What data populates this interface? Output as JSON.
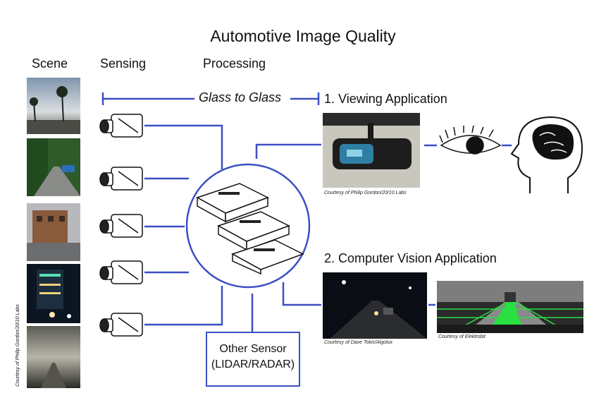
{
  "title": "Automotive Image Quality",
  "columns": {
    "scene": "Scene",
    "sensing": "Sensing",
    "processing": "Processing"
  },
  "glass_to_glass": "Glass to Glass",
  "viewing": {
    "label": "1. Viewing Application",
    "credit": "Courtesy of Philip Gordon/20/10 Labs"
  },
  "cv": {
    "label": "2. Computer Vision Application",
    "credit_left": "Courtesy of Dave Tokic/Algolux",
    "credit_right": "Courtesy of Elektrobit"
  },
  "scene_credit": "Courtesy of Philip Gordon/20/10 Labs",
  "other_sensor": {
    "line1": "Other Sensor",
    "line2": "(LIDAR/RADAR)"
  },
  "colors": {
    "line": "#3b4fc4"
  }
}
